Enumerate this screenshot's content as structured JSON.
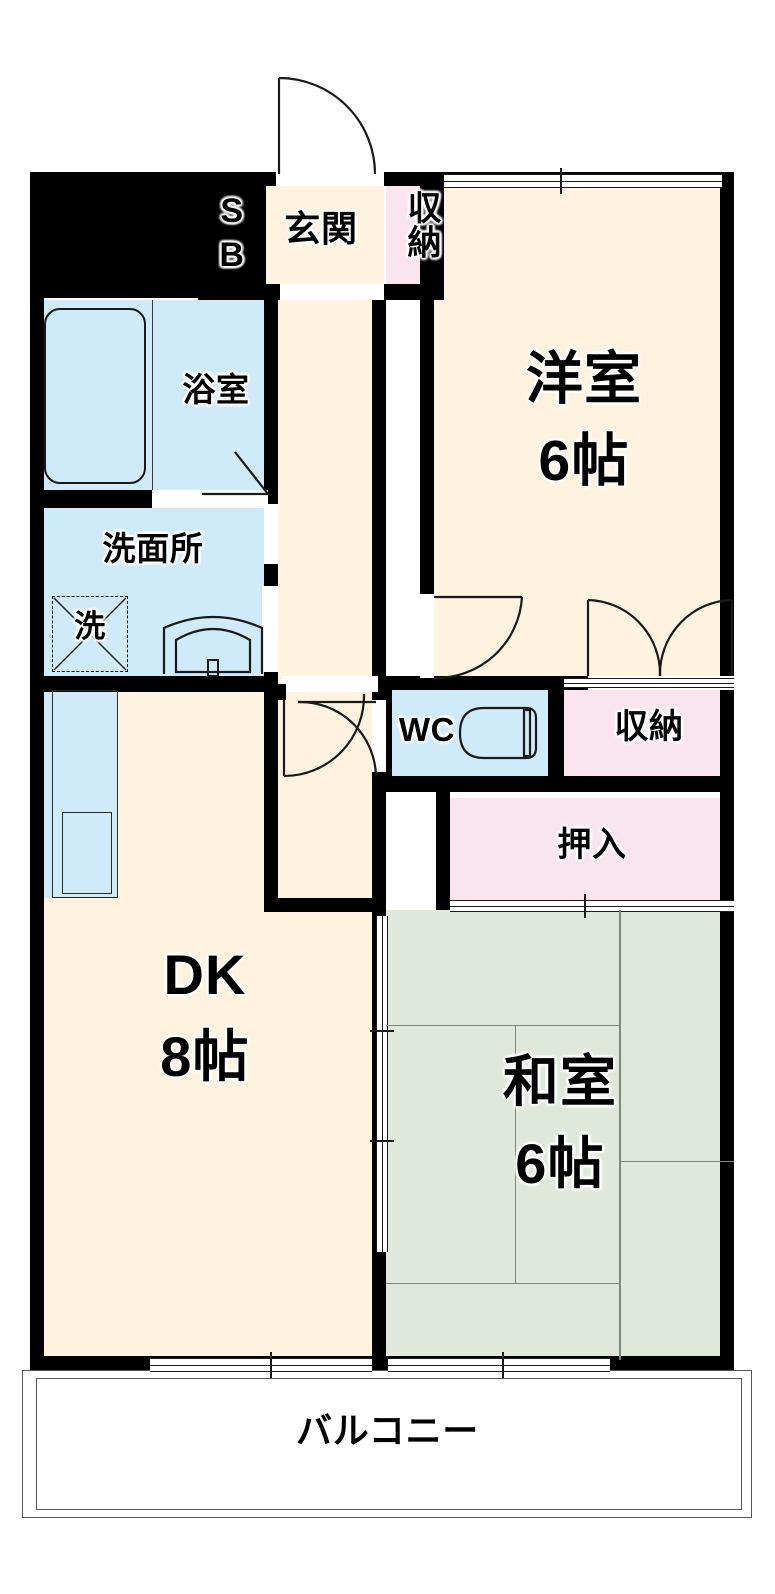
{
  "plan": {
    "type": "japanese-apartment-floorplan",
    "layout_name": "2DK",
    "colors": {
      "wall": "#000000",
      "floor": "#fdf3de",
      "tatami": "#e0e8dc",
      "water_area": "#cfeaf9",
      "storage": "#fae5ee",
      "background": "#ffffff",
      "line": "#1a1a1a"
    },
    "rooms": [
      {
        "id": "genkan",
        "label": "玄関",
        "kind": "entrance",
        "fill": "floor"
      },
      {
        "id": "shoebox",
        "label": "S\nB",
        "kind": "shoe-box",
        "fill": "storage"
      },
      {
        "id": "storage1",
        "label": "収納",
        "kind": "closet",
        "fill": "storage"
      },
      {
        "id": "bath",
        "label": "浴室",
        "kind": "bathroom",
        "fill": "water"
      },
      {
        "id": "washroom",
        "label": "洗面所",
        "kind": "washroom",
        "fill": "water"
      },
      {
        "id": "washer",
        "label": "洗",
        "kind": "washer-space",
        "fill": "water"
      },
      {
        "id": "wc",
        "label": "WC",
        "kind": "toilet",
        "fill": "water"
      },
      {
        "id": "western",
        "label": "洋室",
        "size": "6帖",
        "kind": "western-room",
        "fill": "floor"
      },
      {
        "id": "storage2",
        "label": "収納",
        "kind": "closet",
        "fill": "storage"
      },
      {
        "id": "oshiire",
        "label": "押入",
        "kind": "closet",
        "fill": "storage"
      },
      {
        "id": "dk",
        "label": "DK",
        "size": "8帖",
        "kind": "dining-kitchen",
        "fill": "floor"
      },
      {
        "id": "washitsu",
        "label": "和室",
        "size": "6帖",
        "kind": "japanese-room",
        "fill": "tatami"
      },
      {
        "id": "balcony",
        "label": "バルコニー",
        "kind": "balcony",
        "fill": "background"
      }
    ],
    "labels": {
      "shoe_box": "S\nB",
      "genkan": "玄関",
      "storage_entry": "収納",
      "bath": "浴室",
      "washroom": "洗面所",
      "washer": "洗",
      "wc": "WC",
      "western_room": "洋室",
      "western_room_size": "6帖",
      "storage_hall": "収納",
      "oshiire": "押入",
      "dk": "DK",
      "dk_size": "8帖",
      "washitsu": "和室",
      "washitsu_size": "6帖",
      "balcony": "バルコニー"
    },
    "fixtures": [
      {
        "id": "bathtub",
        "name": "bathtub"
      },
      {
        "id": "vanity",
        "name": "wash-basin"
      },
      {
        "id": "toilet",
        "name": "toilet-bowl"
      },
      {
        "id": "kitchen",
        "name": "kitchen-counter"
      },
      {
        "id": "sink",
        "name": "kitchen-sink"
      },
      {
        "id": "washer-pan",
        "name": "washing-machine-space"
      }
    ],
    "doors": [
      {
        "id": "entrance-door",
        "type": "hinged-single",
        "room": "genkan"
      },
      {
        "id": "bath-door",
        "type": "folding",
        "room": "bath"
      },
      {
        "id": "western-door",
        "type": "hinged-single",
        "room": "western"
      },
      {
        "id": "western-closet",
        "type": "hinged-double",
        "room": "storage2"
      },
      {
        "id": "wc-door",
        "type": "hinged-single",
        "room": "wc"
      },
      {
        "id": "dk-door",
        "type": "hinged-single",
        "room": "dk"
      }
    ],
    "windows": [
      {
        "id": "western-window",
        "type": "sliding",
        "room": "western"
      },
      {
        "id": "dk-balcony-door",
        "type": "sliding",
        "room": "dk"
      },
      {
        "id": "washitsu-balcony-door",
        "type": "sliding",
        "room": "washitsu"
      },
      {
        "id": "washitsu-fusuma",
        "type": "sliding",
        "room": "washitsu"
      },
      {
        "id": "oshiire-fusuma",
        "type": "sliding",
        "room": "oshiire"
      }
    ]
  }
}
